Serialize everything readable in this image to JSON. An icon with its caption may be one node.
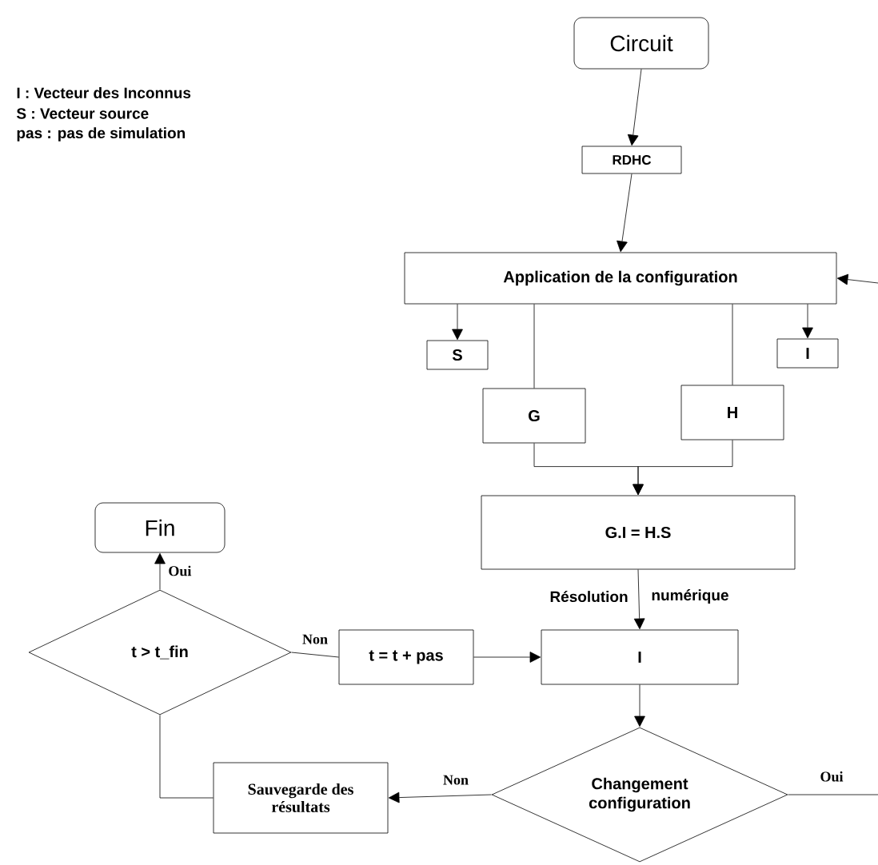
{
  "diagram": {
    "nodes": [
      {
        "text": [
          "Circuit"
        ]
      },
      {
        "text": [
          "RDHC"
        ]
      },
      {
        "text": [
          "Application de la configuration"
        ]
      },
      {
        "text": [
          "S"
        ]
      },
      {
        "text": [
          "I"
        ]
      },
      {
        "text": [
          "G"
        ]
      },
      {
        "text": [
          "H"
        ]
      },
      {
        "text": [
          "G.I = H.S"
        ]
      },
      {
        "text": [
          "Fin"
        ]
      },
      {
        "text": [
          "t > t_fin"
        ]
      },
      {
        "text": [
          "t = t + pas"
        ]
      },
      {
        "text": [
          "I"
        ]
      },
      {
        "text": [
          "Changement configuration"
        ]
      },
      {
        "text": [
          "Sauvegarde des résultats"
        ]
      }
    ],
    "edges": [
      {
        "from": 0,
        "to": 1,
        "arrow": "to"
      },
      {
        "from": 1,
        "to": 2,
        "arrow": "to"
      },
      {
        "from": 2,
        "to": 3,
        "arrow": "to"
      },
      {
        "from": 2,
        "to": 4,
        "arrow": "to"
      },
      {
        "from": 2,
        "to": 5,
        "arrow": "none"
      },
      {
        "from": 2,
        "to": 6,
        "arrow": "none"
      },
      {
        "from": 5,
        "to": 7,
        "arrow": "to"
      },
      {
        "from": 6,
        "to": 7,
        "arrow": "to"
      },
      {
        "from": 7,
        "to": 11,
        "arrow": "to"
      },
      {
        "from": 9,
        "to": 8,
        "arrow": "to",
        "label": "Oui"
      },
      {
        "from": 9,
        "to": 10,
        "arrow": "none",
        "label": "Non"
      },
      {
        "from": 10,
        "to": 11,
        "arrow": "to"
      },
      {
        "from": 11,
        "to": 12,
        "arrow": "to"
      },
      {
        "from": 12,
        "to": 13,
        "arrow": "to",
        "label": "Non"
      },
      {
        "from": 13,
        "to": 9,
        "arrow": "none"
      },
      {
        "from": 12,
        "to": null,
        "arrow": "none",
        "label": "Oui"
      },
      {
        "from": null,
        "to": 2,
        "arrow": "to"
      }
    ],
    "labels": [
      "I : Vecteur des Inconnus",
      "S : Vecteur source",
      "pas : pas de simulation",
      "Résolution",
      "numérique"
    ]
  }
}
